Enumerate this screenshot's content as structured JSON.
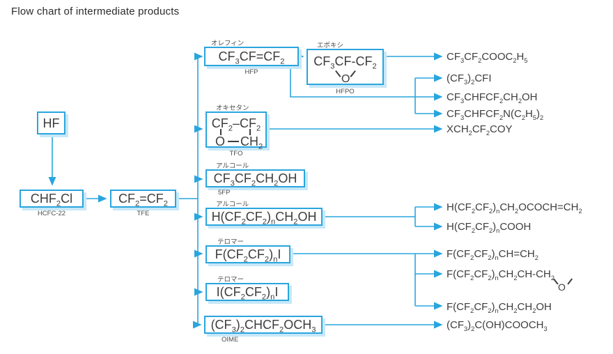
{
  "title": "Flow chart of intermediate products",
  "colors": {
    "line_blue": "#29a5de",
    "box_shadow": "#c8e8f8",
    "text_dark": "#3d3d3d",
    "label_gray": "#4c4c4c"
  },
  "nodes": {
    "hf": {
      "formula": "HF"
    },
    "hcfc22": {
      "formula": "CHF_2_Cl",
      "code": "HCFC-22"
    },
    "tfe": {
      "formula": "CF_2_=CF_2_",
      "code": "TFE"
    },
    "hfp": {
      "category": "オレフィン",
      "formula": "CF_3_CF=CF_2_",
      "code": "HFP"
    },
    "hfpo": {
      "category": "エポキシ",
      "formula": "CF_3_CF-CF_2_",
      "ring_atom": "O",
      "code": "HFPO"
    },
    "tfo": {
      "category": "オキセタン",
      "top_row": "CF_2_–CF_2_",
      "bottom_left": "O",
      "bottom_right": "CH_2_",
      "code": "TFO"
    },
    "fp5": {
      "category": "アルコール",
      "formula": "CF_3_CF_2_CH_2_OH",
      "code": "5FP"
    },
    "halcohol": {
      "category": "アルコール",
      "formula": "H(CF_2_CF_2_)_n_CH_2_OH"
    },
    "ftelomer": {
      "category": "テロマー",
      "formula": "F(CF_2_CF_2_)_n_I"
    },
    "itelomer": {
      "category": "テロマー",
      "formula": "I(CF_2_CF_2_)_n_I"
    },
    "oime": {
      "category": "",
      "formula": "(CF_3_)_2_CHCF_2_OCH_3_",
      "code": "OIME"
    }
  },
  "products": {
    "p1": "CF_3_CF_2_COOC_2_H_5_",
    "p2": "(CF_3_)_2_CFI",
    "p3": "CF_3_CHFCF_2_CH_2_OH",
    "p4": "CF_3_CHFCF_2_N(C_2_H_5_)_2_",
    "p5": "XCH_2_CF_2_COY",
    "p6": "H(CF_2_CF_2_)_n_CH_2_OCOCH=CH_2_",
    "p7": "H(CF_2_CF_2_)_n_COOH",
    "p8": "F(CF_2_CF_2_)_n_CH=CH_2_",
    "p9": "F(CF_2_CF_2_)_n_CH_2_CH-CH_2_",
    "p9_ring_atom": "O",
    "p10": "F(CF_2_CF_2_)_n_CH_2_CH_2_OH",
    "p11": "(CF_3_)_2_C(OH)COOCH_3_"
  }
}
